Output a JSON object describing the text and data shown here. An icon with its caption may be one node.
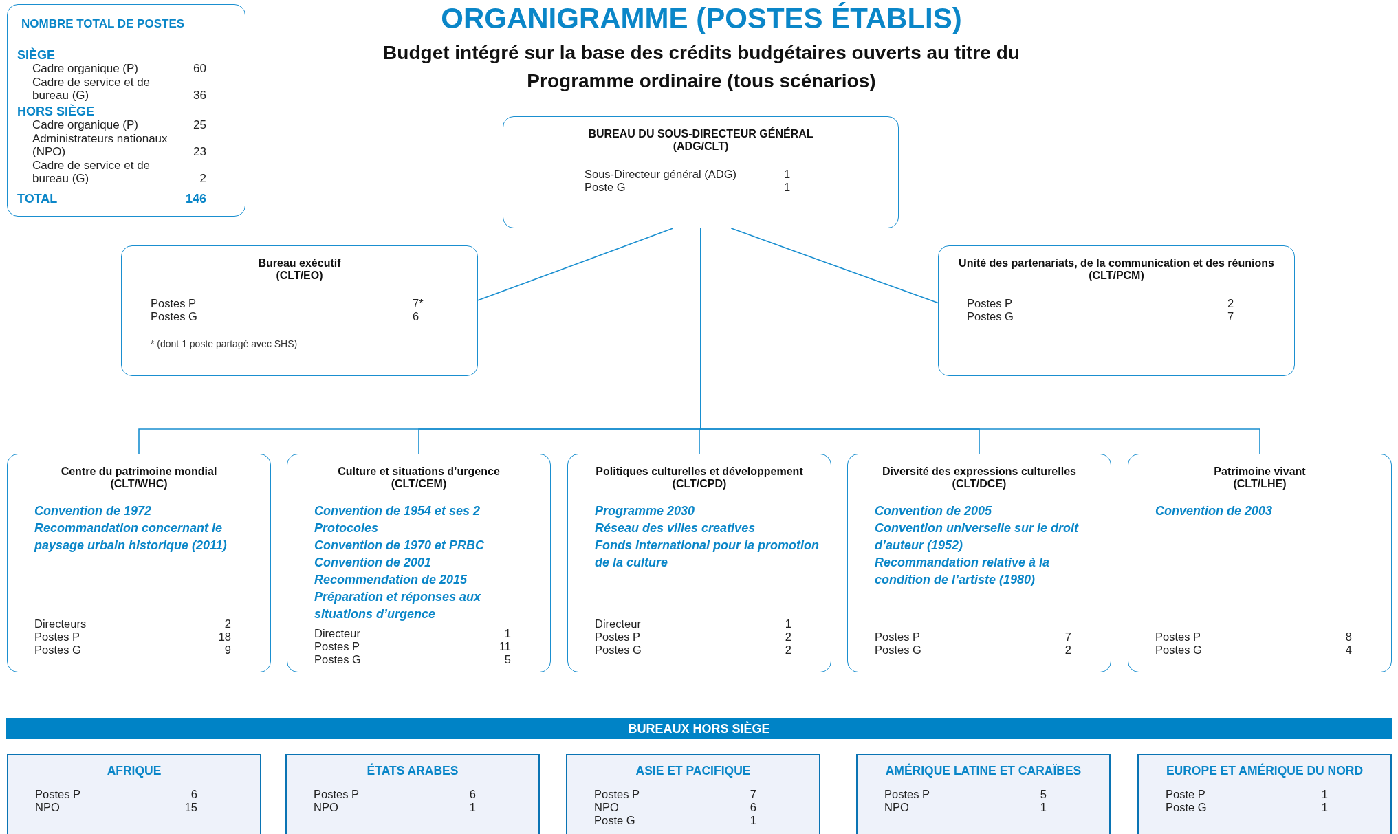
{
  "diagram": {
    "title": "ORGANIGRAMME (POSTES ÉTABLIS)",
    "nodes": [
      {
        "text": [
          "NOMBRE TOTAL DE POSTES",
          "SIÈGE",
          "Cadre organique (P)",
          "60",
          "Cadre de service et de bureau (G)",
          "36",
          "HORS SIÈGE",
          "Cadre organique (P)",
          "25",
          "Administrateurs nationaux (NPO)",
          "23",
          "Cadre de service et de bureau (G)",
          "2",
          "TOTAL",
          "146"
        ]
      },
      {
        "text": [
          "BUREAU DU SOUS-DIRECTEUR GÉNÉRAL",
          "(ADG/CLT)",
          "Sous-Directeur général (ADG)",
          "1",
          "Poste G",
          "1"
        ]
      },
      {
        "text": [
          "Bureau exécutif",
          "(CLT/EO)",
          "Postes P",
          "7*",
          "Postes G",
          "6",
          "* (dont 1 poste partagé avec SHS)"
        ]
      },
      {
        "text": [
          "Unité des partenariats, de la communication et des réunions",
          "(CLT/PCM)",
          "Postes P",
          "2",
          "Postes G",
          "7"
        ]
      },
      {
        "text": [
          "Centre du patrimoine mondial",
          "(CLT/WHC)",
          "Convention de 1972",
          "Recommandation concernant le paysage urbain historique (2011)",
          "Directeurs",
          "2",
          "Postes P",
          "18",
          "Postes G",
          "9"
        ]
      },
      {
        "text": [
          "Culture et situations d’urgence",
          "(CLT/CEM)",
          "Convention de 1954 et ses 2 Protocoles",
          "Convention de 1970 et PRBC",
          "Convention de 2001",
          "Recommendation de 2015",
          "Préparation et réponses aux situations d’urgence",
          "Directeur",
          "1",
          "Postes P",
          "11",
          "Postes G",
          "5"
        ]
      },
      {
        "text": [
          "Politiques culturelles et développement",
          "(CLT/CPD)",
          "Programme 2030",
          "Réseau des villes creatives",
          "Fonds international pour la promotion de la culture",
          "Directeur",
          "1",
          "Postes P",
          "2",
          "Postes G",
          "2"
        ]
      },
      {
        "text": [
          "Diversité des expressions culturelles",
          "(CLT/DCE)",
          "Convention de 2005",
          "Convention universelle sur le droit d’auteur (1952)",
          "Recommandation relative à la condition de l’artiste (1980)",
          "Postes P",
          "7",
          "Postes G",
          "2"
        ]
      },
      {
        "text": [
          "Patrimoine vivant",
          "(CLT/LHE)",
          "Convention de 2003",
          "Postes P",
          "8",
          "Postes G",
          "4"
        ]
      },
      {
        "text": [
          "BUREAUX HORS SIÈGE"
        ]
      },
      {
        "text": [
          "AFRIQUE",
          "Postes P",
          "6",
          "NPO",
          "15"
        ]
      },
      {
        "text": [
          "ÉTATS ARABES",
          "Postes P",
          "6",
          "NPO",
          "1"
        ]
      },
      {
        "text": [
          "ASIE ET PACIFIQUE",
          "Postes P",
          "7",
          "NPO",
          "6",
          "Poste G",
          "1"
        ]
      },
      {
        "text": [
          "AMÉRIQUE LATINE ET CARAÏBES",
          "Postes P",
          "5",
          "NPO",
          "1"
        ]
      },
      {
        "text": [
          "EUROPE ET AMÉRIQUE DU NORD",
          "Poste P",
          "1",
          "Poste G",
          "1"
        ]
      }
    ],
    "edges": [
      {
        "from": 1,
        "to": 2,
        "arrow": "none"
      },
      {
        "from": 1,
        "to": 3,
        "arrow": "none"
      },
      {
        "from": 1,
        "to": 4,
        "arrow": "none"
      },
      {
        "from": 1,
        "to": 5,
        "arrow": "none"
      },
      {
        "from": 1,
        "to": 6,
        "arrow": "none"
      },
      {
        "from": 1,
        "to": 7,
        "arrow": "none"
      },
      {
        "from": 1,
        "to": 8,
        "arrow": "none"
      }
    ],
    "labels": [
      "Budget intégré sur la base des crédits budgétaires ouverts au titre du Programme ordinaire (tous scénarios)"
    ]
  }
}
